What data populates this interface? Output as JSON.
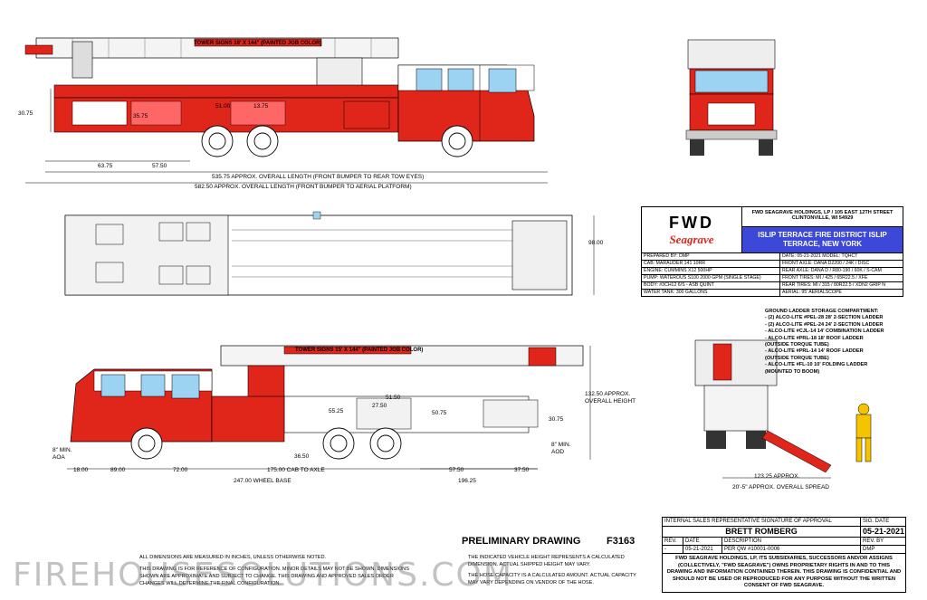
{
  "side_top": {
    "boom_sign": "TOWER SIGNS 18' X 144\" (PAINTED JOB COLOR)",
    "dims": {
      "d3075": "30.75",
      "d3575": "35.75",
      "d5100": "51.00",
      "d1375": "13.75",
      "d6375": "63.75",
      "d5750": "57.50",
      "overall1": "535.75 APPROX. OVERALL LENGTH (FRONT BUMPER TO REAR TOW EYES)",
      "overall2": "582.50 APPROX. OVERALL LENGTH (FRONT BUMPER TO AERIAL PLATFORM)"
    }
  },
  "top_view": {
    "width_dim": "98.00"
  },
  "side_bottom": {
    "boom_sign": "TOWER SIGNS 15' X 144\" (PAINTED JOB COLOR)",
    "dims": {
      "d5150": "51.50",
      "d5525": "55.25",
      "d2750": "27.50",
      "d5075": "50.75",
      "d3075": "30.75",
      "d3650": "36.50",
      "height": "132.50 APPROX. OVERALL HEIGHT",
      "aoa": "8\" MIN. AOA",
      "aod": "8\" MIN. AOD",
      "d1800": "18.00",
      "d8900": "89.00",
      "d7200": "72.00",
      "cab_axle": "175.00 CAB TO AXLE",
      "wheelbase": "247.00 WHEEL BASE",
      "d5750": "57.50",
      "d3750": "37.50",
      "d19625": "196.25"
    }
  },
  "rear_view": {
    "outrigger": "123.25 APPROX.",
    "spread": "20'-5\" APPROX. OVERALL SPREAD"
  },
  "title_block": {
    "logo_top": "FWD",
    "logo_bottom": "Seagrave",
    "company": "FWD SEAGRAVE HOLDINGS, LP / 105 EAST 12TH STREET CLINTONVILLE, WI 54929",
    "customer": "ISLIP TERRACE FIRE DISTRICT ISLIP TERRACE, NEW YORK",
    "rows": [
      [
        "PREPARED BY: DMP",
        "DATE: 05-21-2021   MODEL: TQHCT"
      ],
      [
        "CAB: MARAUDER 141 10RR",
        "FRONT AXLE: DANA D2200 / 24K / DISC"
      ],
      [
        "ENGINE: CUMMINS X12 500HP",
        "REAR AXLE: DANA D / R80-190 / 60K / S-CAM"
      ],
      [
        "PUMP: WATEROUS S100 2000 GPM (SINGLE STAGE)",
        "FRONT TIRES: MI / 425 / 65R22.5 / XFE"
      ],
      [
        "BODY: #3CH12 6/S - ASB QUINT",
        "REAR TIRES: MI / 315 / 80R22.5 / XDN2 GRIP N"
      ],
      [
        "WATER TANK: 300 GALLONS",
        "AERIAL: 95' AERIALSCOPE"
      ]
    ]
  },
  "ladder_notes": [
    "GROUND LADDER STORAGE COMPARTMENT:",
    "- (2) ALCO-LITE #PEL-28 28' 2-SECTION LADDER",
    "- (2) ALCO-LITE #PEL-24 24' 2-SECTION LADDER",
    "- ALCO-LITE #CJL-14 14' COMBINATION LADDER",
    "- ALCO-LITE #PRL-18 18' ROOF LADDER",
    "  (OUTSIDE TORQUE TUBE)",
    "- ALCO-LITE #PRL-14 14' ROOF LADDER",
    "  (OUTSIDE TORQUE TUBE)",
    "- ALCO-LITE #FL-10 10' FOLDING LADDER",
    "  (MOUNTED TO BOOM)"
  ],
  "bottom_block": {
    "sig_label": "INTERNAL SALES REPRESENTATIVE SIGNATURE OF APPROVAL",
    "sig_date_label": "SIG. DATE",
    "signer": "BRETT ROMBERG",
    "sig_date": "05-21-2021",
    "rev_header": [
      "REV.",
      "DATE",
      "DESCRIPTION",
      "REV. BY"
    ],
    "rev_row": [
      "-",
      "05-21-2021",
      "PER QW #10001-0006",
      "DMP"
    ],
    "confidential": "FWD SEAGRAVE HOLDINGS, LP, ITS SUBSIDIARIES, SUCCESSORS AND/OR ASSIGNS (COLLECTIVELY, \"FWD SEAGRAVE\") OWNS PROPRIETARY RIGHTS IN AND TO THIS DRAWING AND INFORMATION CONTAINED THEREIN. THIS DRAWING IS CONFIDENTIAL AND SHOULD NOT BE USED OR REPRODUCED FOR ANY PURPOSE WITHOUT THE WRITTEN CONSENT OF FWD SEAGRAVE."
  },
  "footer": {
    "prelim": "PRELIMINARY DRAWING",
    "drawing_no": "F3163",
    "dim_note": "ALL DIMENSIONS ARE MEASURED IN INCHES, UNLESS OTHERWISE NOTED.",
    "left_note": "THIS DRAWING IS FOR REFERENCE OF CONFIGURATION. MINOR DETAILS MAY NOT BE SHOWN. DIMENSIONS SHOWN ARE APPROXIMATE AND SUBJECT TO CHANGE. THIS DRAWING AND APPROVED SALES ORDER CHANGES WILL DETERMINE THE FINAL CONFIGURATION.",
    "vehicle_note": "THE INDICATED VEHICLE HEIGHT REPRESENTS A CALCULATED DIMENSION. ACTUAL SHIPPED HEIGHT MAY VARY.",
    "hose_note": "THE HOSE CAPACITY IS A CALCULATED AMOUNT. ACTUAL CAPACITY MAY VARY DEPENDING ON VENDOR OF THE HOSE.",
    "watermark": "FIREHOUSESOLUTIONS.COM"
  }
}
